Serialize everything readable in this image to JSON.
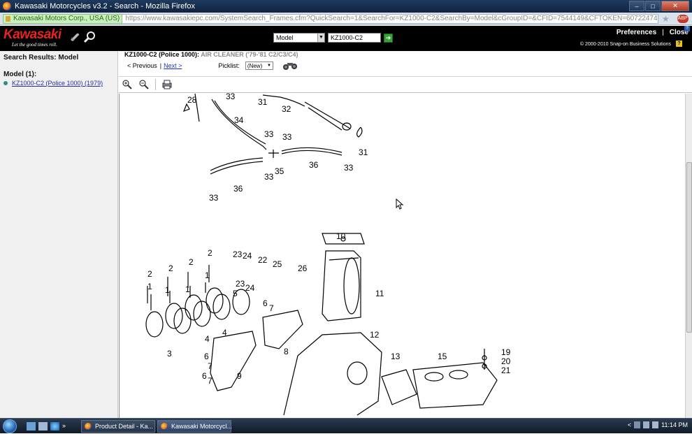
{
  "browser": {
    "window_title": "Kawasaki Motorcycles v3.2 - Search - Mozilla Firefox",
    "site_identity": "Kawasaki Motors Corp., USA (US)",
    "url": "https://www.kawasakiepc.com/SystemSearch_Frames.cfm?QuickSearch=1&SearchFor=KZ1000-C2&SearchBy=Model&cGroupID=&CFID=7544149&CFTOKEN=60722474",
    "controls": {
      "minimize": "‒",
      "maximize": "□",
      "close": "✕"
    }
  },
  "header": {
    "logo_text": "Kawasaki",
    "logo_tagline": "Let the good times roll.",
    "search_by": "Model",
    "search_value": "KZ1000-C2",
    "links": {
      "preferences": "Preferences",
      "separator": "|",
      "close": "Close"
    },
    "copyright": "© 2000-2010 Snap-on Business Solutions"
  },
  "sidebar": {
    "title": "Search Results: Model",
    "group_title": "Model (1):",
    "items": [
      {
        "label": "KZ1000-C2 (Police 1000) (1979)"
      }
    ]
  },
  "content": {
    "title_model": "KZ1000-C2 (Police 1000):",
    "title_section": "AIR CLEANER ('79-'81 C2/C3/C4)",
    "prev": "< Previous",
    "separator": "|",
    "next": "Next >",
    "picklist_label": "Picklist:",
    "picklist_value": "(New)"
  },
  "diagram": {
    "callouts": [
      {
        "n": "28"
      },
      {
        "n": "33"
      },
      {
        "n": "31"
      },
      {
        "n": "32"
      },
      {
        "n": "34"
      },
      {
        "n": "33"
      },
      {
        "n": "33"
      },
      {
        "n": "31"
      },
      {
        "n": "36"
      },
      {
        "n": "33"
      },
      {
        "n": "35"
      },
      {
        "n": "33"
      },
      {
        "n": "36"
      },
      {
        "n": "33"
      },
      {
        "n": "10"
      },
      {
        "n": "2"
      },
      {
        "n": "23"
      },
      {
        "n": "24"
      },
      {
        "n": "22"
      },
      {
        "n": "25"
      },
      {
        "n": "26"
      },
      {
        "n": "2"
      },
      {
        "n": "2"
      },
      {
        "n": "1"
      },
      {
        "n": "2"
      },
      {
        "n": "1"
      },
      {
        "n": "23"
      },
      {
        "n": "24"
      },
      {
        "n": "5"
      },
      {
        "n": "11"
      },
      {
        "n": "1"
      },
      {
        "n": "1"
      },
      {
        "n": "6"
      },
      {
        "n": "7"
      },
      {
        "n": "4"
      },
      {
        "n": "12"
      },
      {
        "n": "3"
      },
      {
        "n": "4"
      },
      {
        "n": "6"
      },
      {
        "n": "7"
      },
      {
        "n": "8"
      },
      {
        "n": "19"
      },
      {
        "n": "13"
      },
      {
        "n": "15"
      },
      {
        "n": "20"
      },
      {
        "n": "21"
      },
      {
        "n": "6"
      },
      {
        "n": "7"
      },
      {
        "n": "9"
      }
    ]
  },
  "taskbar": {
    "tasks": [
      {
        "label": "Product Detail - Ka..."
      },
      {
        "label": "Kawasaki Motorcycl..."
      }
    ],
    "chevron": "»",
    "tray_arrow": "<",
    "time": "11:14 PM"
  }
}
